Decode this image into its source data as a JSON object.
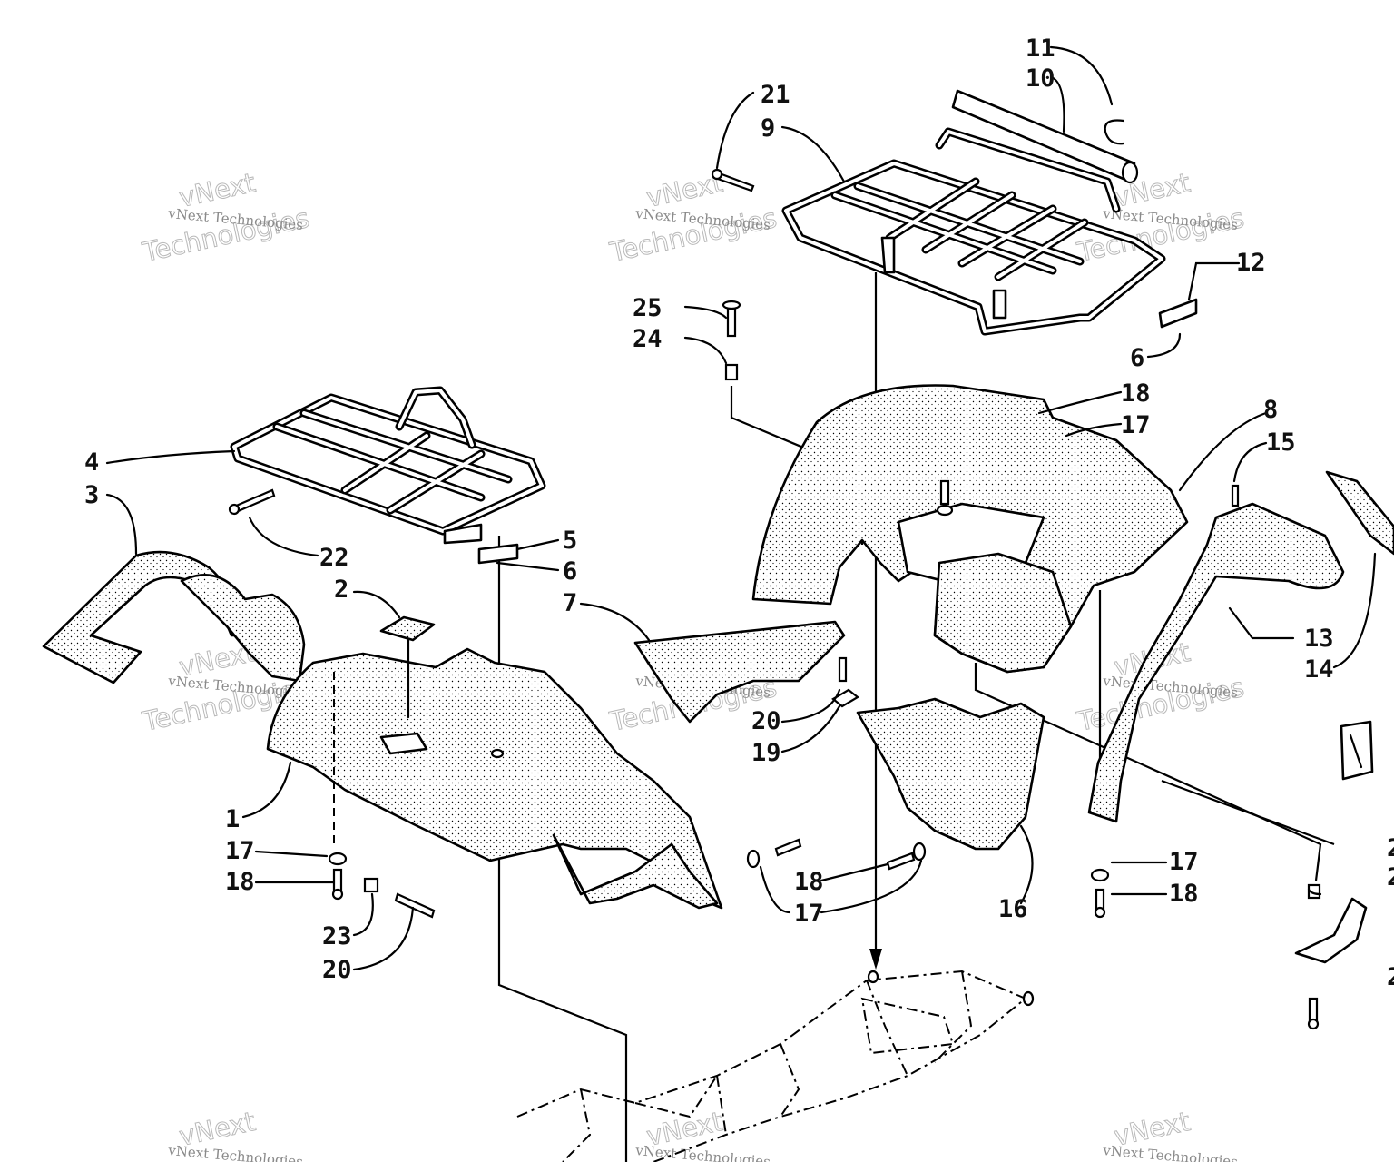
{
  "watermark": {
    "line_small": "vNext Technologies",
    "line_big_1": "vNext",
    "line_big_2": "Technologies"
  },
  "callouts": {
    "c1": "1",
    "c2": "2",
    "c3": "3",
    "c4": "4",
    "c5": "5",
    "c6a": "6",
    "c6b": "6",
    "c7": "7",
    "c8": "8",
    "c9": "9",
    "c10": "10",
    "c11": "11",
    "c12": "12",
    "c13": "13",
    "c14": "14",
    "c15": "15",
    "c16": "16",
    "c17a": "17",
    "c17b": "17",
    "c17c": "17",
    "c17d": "17",
    "c18a": "18",
    "c18b": "18",
    "c18c": "18",
    "c18d": "18",
    "c19": "19",
    "c20a": "20",
    "c20b": "20",
    "c21": "21",
    "c22": "22",
    "c23": "23",
    "c24": "24",
    "c25": "25",
    "c2x_a": "2",
    "c2x_b": "2",
    "c2x_c": "2"
  }
}
